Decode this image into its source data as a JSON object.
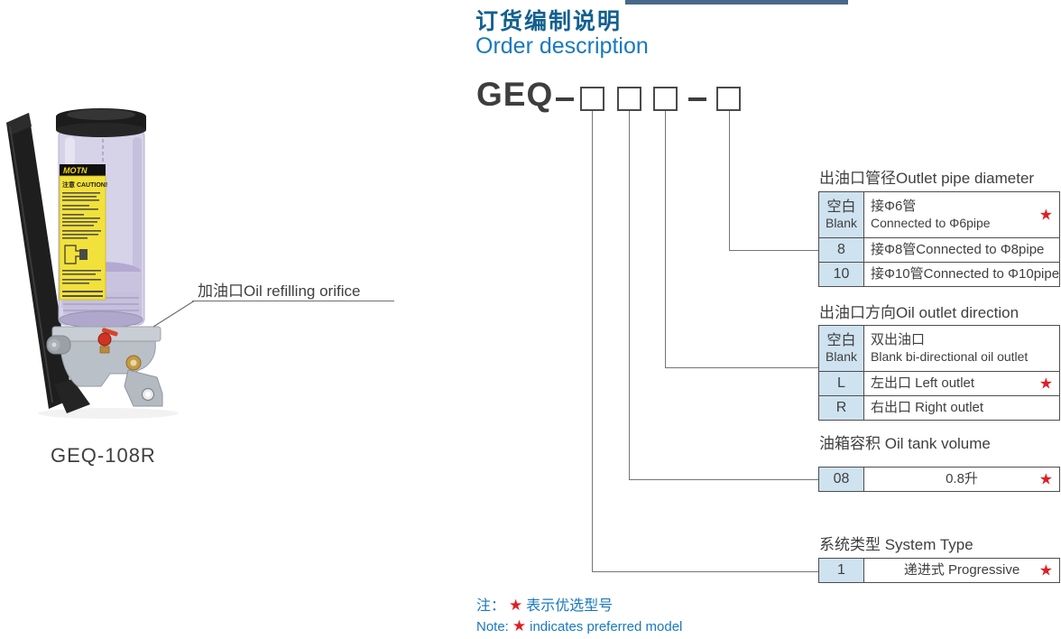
{
  "page": {
    "title_cn": "订货编制说明",
    "title_en": "Order description"
  },
  "order_code": {
    "prefix": "GEQ",
    "separator": "–",
    "boxes": 4
  },
  "product": {
    "model_caption": "GEQ-108R",
    "callout_label": "加油口Oil refilling orifice",
    "label_brand": "MOTN",
    "label_caution": "注意 CAUTION!"
  },
  "tables": [
    {
      "header": "出油口管径Outlet pipe diameter",
      "rows": [
        {
          "code_lines": [
            "空白",
            "Blank"
          ],
          "desc_lines": [
            "接Φ6管",
            "Connected to Φ6pipe"
          ],
          "star": true
        },
        {
          "code_lines": [
            "8"
          ],
          "desc_lines": [
            "接Φ8管Connected to Φ8pipe"
          ],
          "star": false
        },
        {
          "code_lines": [
            "10"
          ],
          "desc_lines": [
            "接Φ10管Connected to Φ10pipe"
          ],
          "star": false
        }
      ]
    },
    {
      "header": "出油口方向Oil outlet direction",
      "rows": [
        {
          "code_lines": [
            "空白",
            "Blank"
          ],
          "desc_lines": [
            "双出油口",
            "Blank bi-directional oil outlet"
          ],
          "star": false
        },
        {
          "code_lines": [
            "L"
          ],
          "desc_lines": [
            "左出口 Left outlet"
          ],
          "star": true
        },
        {
          "code_lines": [
            "R"
          ],
          "desc_lines": [
            "右出口 Right outlet"
          ],
          "star": false
        }
      ]
    },
    {
      "header": "油箱容积 Oil tank volume",
      "rows": [
        {
          "code_lines": [
            "08"
          ],
          "desc_lines": [
            "0.8升"
          ],
          "star": true
        }
      ]
    },
    {
      "header": "系统类型 System Type",
      "rows": [
        {
          "code_lines": [
            "1"
          ],
          "desc_lines": [
            "递进式 Progressive"
          ],
          "star": true
        }
      ]
    }
  ],
  "note": {
    "cn_prefix": "注：",
    "cn_text": "表示优选型号",
    "en_prefix": "Note:",
    "en_text": "indicates preferred model"
  },
  "symbols": {
    "star": "★"
  },
  "colors": {
    "title_blue": "#12608f",
    "accent_blue": "#1979bf",
    "star_red": "#e01f25",
    "table_code_bg": "#cfe2f0",
    "line_gray": "#757575"
  }
}
